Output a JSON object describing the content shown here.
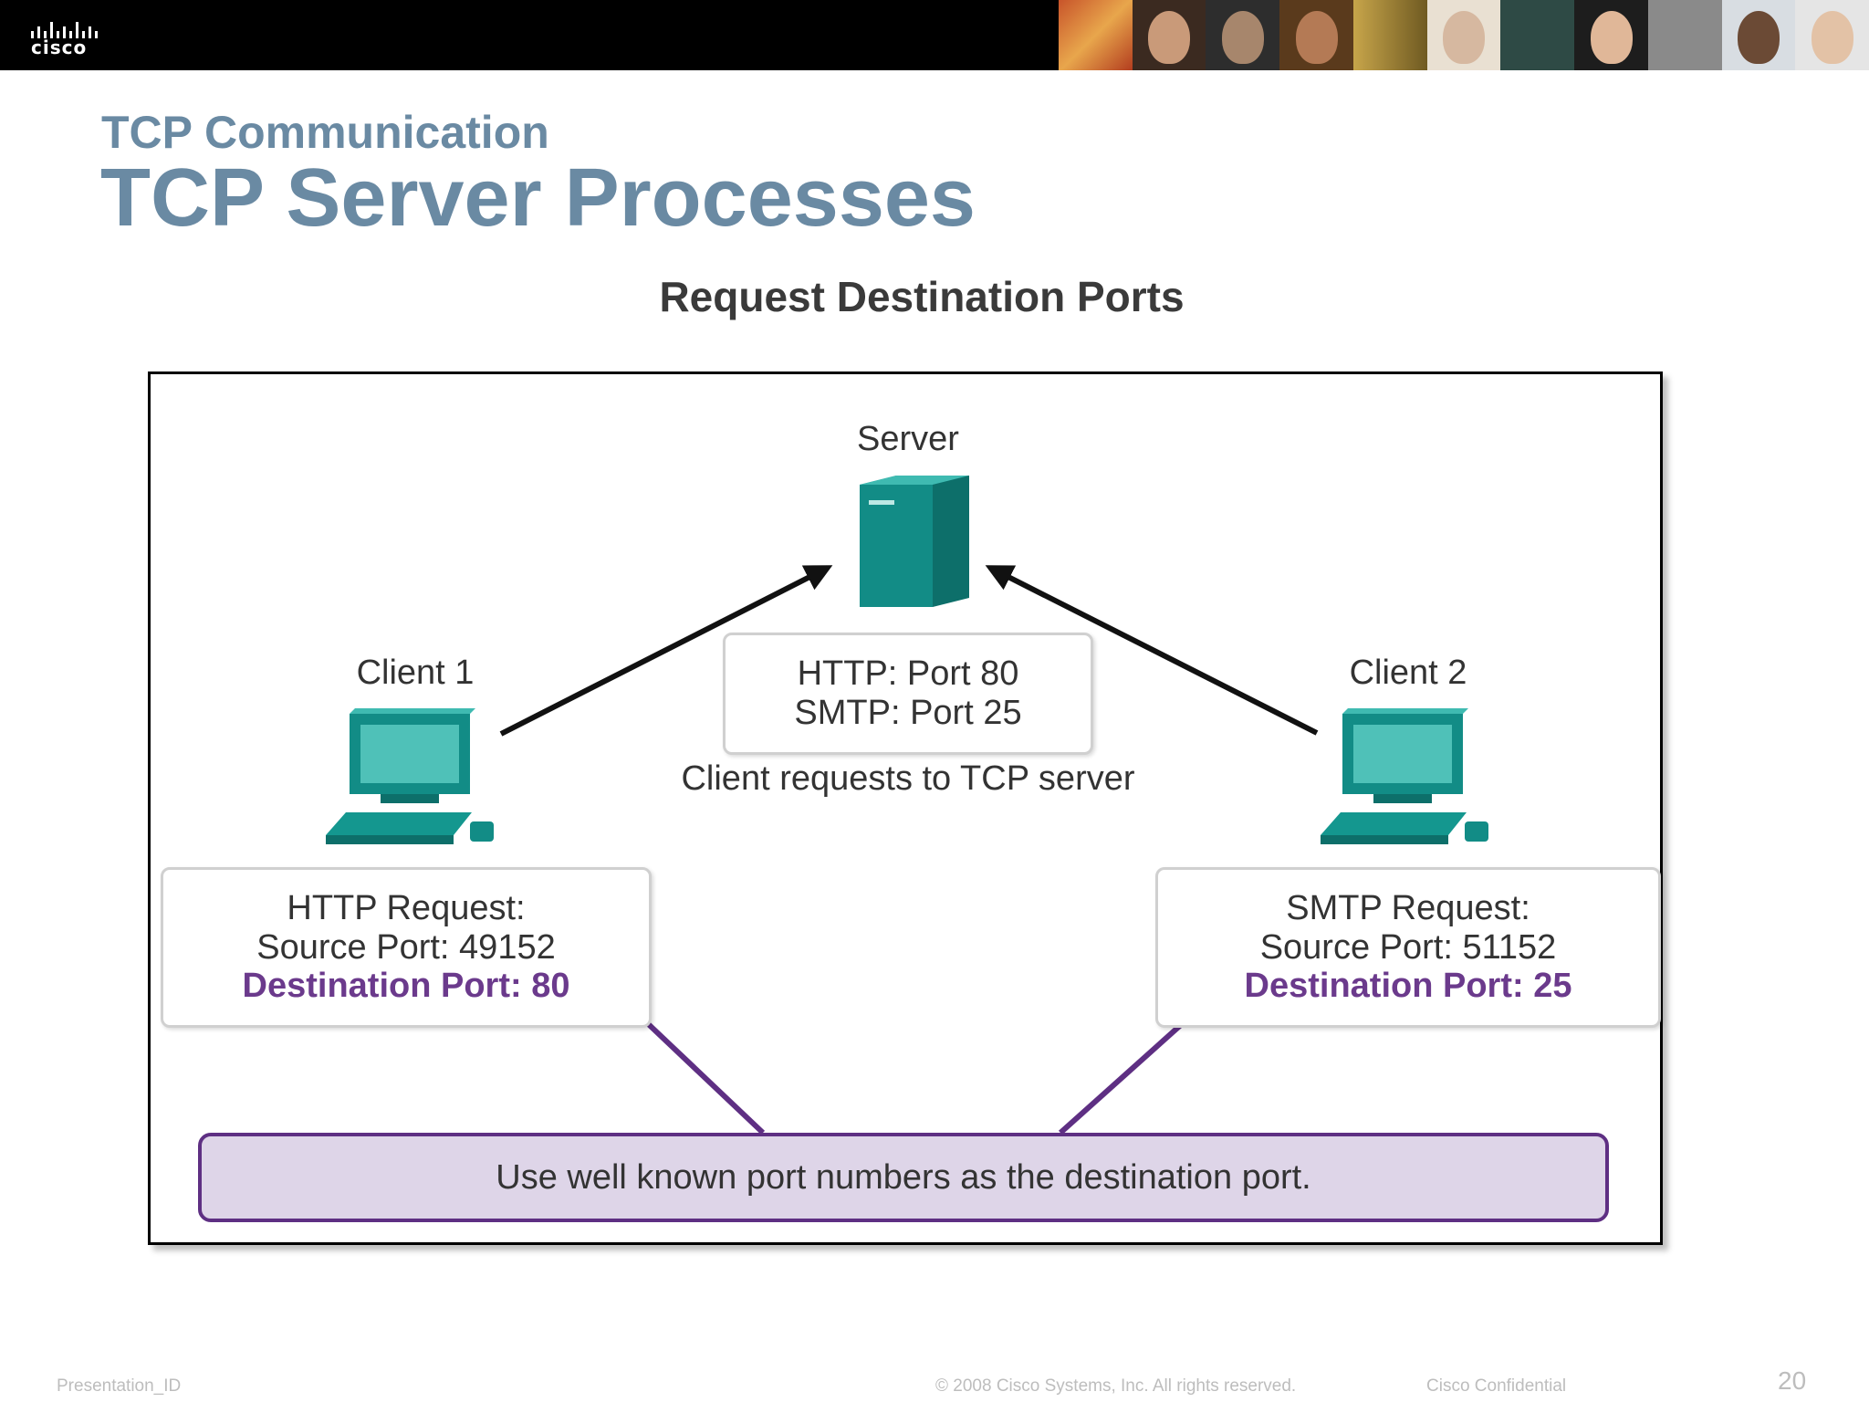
{
  "header": {
    "logo_text": "cisco",
    "photo_strip_icon": "people-photo-strip"
  },
  "slide": {
    "subtitle": "TCP Communication",
    "title": "TCP Server Processes"
  },
  "diagram": {
    "heading": "Request Destination Ports",
    "server": {
      "label": "Server",
      "icon": "server-icon",
      "ports": [
        "HTTP: Port 80",
        "SMTP: Port 25"
      ]
    },
    "center_caption": "Client requests to TCP server",
    "client1": {
      "label": "Client 1",
      "icon": "computer-icon",
      "request": "HTTP Request:",
      "source": "Source Port: 49152",
      "destination": "Destination Port: 80"
    },
    "client2": {
      "label": "Client 2",
      "icon": "computer-icon",
      "request": "SMTP Request:",
      "source": "Source Port: 51152",
      "destination": "Destination Port: 25"
    },
    "note": "Use well known port numbers as the destination port.",
    "colors": {
      "device_teal": "#128c86",
      "accent_purple": "#5e2f83",
      "note_fill": "#ded5e8"
    }
  },
  "footer": {
    "presentation_id": "Presentation_ID",
    "copyright": "© 2008 Cisco Systems, Inc. All rights reserved.",
    "confidential": "Cisco Confidential",
    "page_number": "20"
  }
}
